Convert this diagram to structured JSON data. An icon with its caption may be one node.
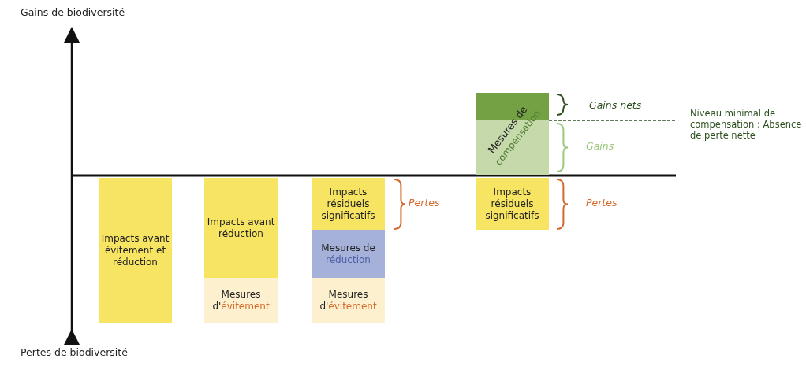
{
  "diagram": {
    "nodes": [
      {
        "text": [
          "Impacts avant évitement et réduction"
        ]
      },
      {
        "text": [
          "Impacts avant réduction"
        ]
      },
      {
        "text": [
          "Mesures d'évitement"
        ]
      },
      {
        "text": [
          "Impacts résiduels significatifs"
        ]
      },
      {
        "text": [
          "Mesures de réduction"
        ]
      },
      {
        "text": [
          "Mesures d'évitement"
        ]
      },
      {
        "text": [
          "Mesures de compensation"
        ]
      },
      {
        "text": [
          "Impacts résiduels significatifs"
        ]
      }
    ],
    "labels": [
      "Gains de biodiversité",
      "Gains nets",
      "Niveau minimal de compensation : Absence de perte nette",
      "Gains",
      "Pertes",
      "Pertes",
      "Pertes de biodiversité"
    ]
  }
}
